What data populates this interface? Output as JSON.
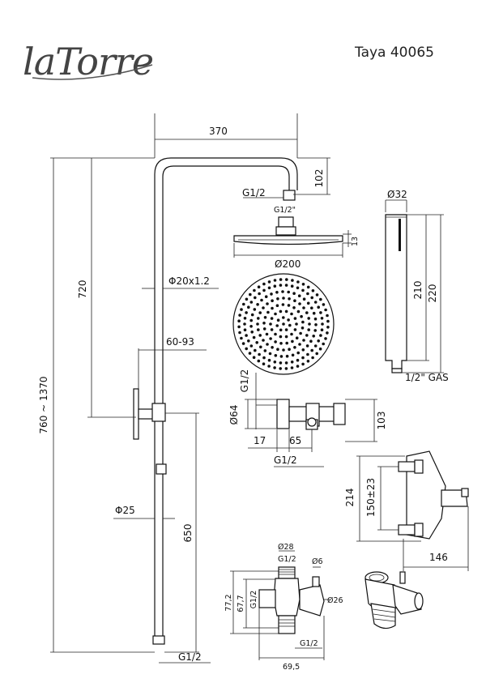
{
  "header": {
    "brand": "laTorre",
    "model": "Taya 40065"
  },
  "dimensions": {
    "arm_width": "370",
    "arm_drop": "102",
    "arm_connection": "G1/2",
    "head_connection": "G1/2\"",
    "head_thickness": "13",
    "head_diameter": "Ø200",
    "upper_tube_length": "720",
    "tube_size": "Φ20x1.2",
    "total_height": "760 ~ 1370",
    "bracket_range": "60-93",
    "lower_tube_diameter": "Φ25",
    "lower_tube_length": "650",
    "bottom_connection": "G1/2",
    "hand_diameter": "Ø32",
    "hand_length_inner": "210",
    "hand_length_outer": "220",
    "hand_connection": "1/2\" GAS",
    "valve_inlet": "G1/2",
    "valve_diameter": "Ø64",
    "valve_height": "103",
    "valve_offset_left": "17",
    "valve_offset_right": "65",
    "valve_outlet": "G1/2",
    "mixer_height": "214",
    "mixer_centers": "150±23",
    "mixer_depth": "146",
    "diverter_top_diameter": "Ø28",
    "diverter_top_thread": "G1/2",
    "diverter_side_diameter": "Ø6",
    "diverter_height_outer": "77,2",
    "diverter_height_inner": "67,7",
    "diverter_side_thread": "G1/2",
    "diverter_body_diameter": "Ø26",
    "diverter_bottom_thread": "G1/2",
    "diverter_width": "69,5"
  }
}
